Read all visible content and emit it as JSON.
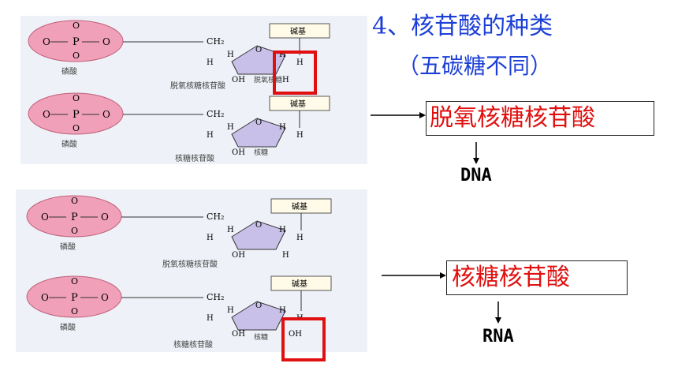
{
  "heading": {
    "title": "4、核苷酸的种类",
    "subtitle": "（五碳糖不同）"
  },
  "molecule_labels": {
    "base": "碱基",
    "phosphate": "磷酸",
    "ch2": "CH₂",
    "h": "H",
    "oh": "OH",
    "o": "O",
    "p": "P"
  },
  "panels": [
    {
      "top_sugar": "脱氧核糖",
      "top_caption": "脱氧核糖核苷酸",
      "bottom_sugar": "核糖",
      "bottom_caption": "核糖核苷酸"
    },
    {
      "top_sugar": "",
      "top_caption": "脱氧核糖核苷酸",
      "bottom_sugar": "核糖",
      "bottom_caption": "核糖核苷酸"
    }
  ],
  "result_boxes": [
    {
      "label": "脱氧核糖核苷酸",
      "product": "DNA"
    },
    {
      "label": "核糖核苷酸",
      "product": "RNA"
    }
  ],
  "colors": {
    "title": "#1c3fd6",
    "box_text": "#e01010",
    "highlight": "#e01010",
    "phosphate_fill": "#f0a0b8",
    "sugar_fill": "#c8c0e8"
  }
}
